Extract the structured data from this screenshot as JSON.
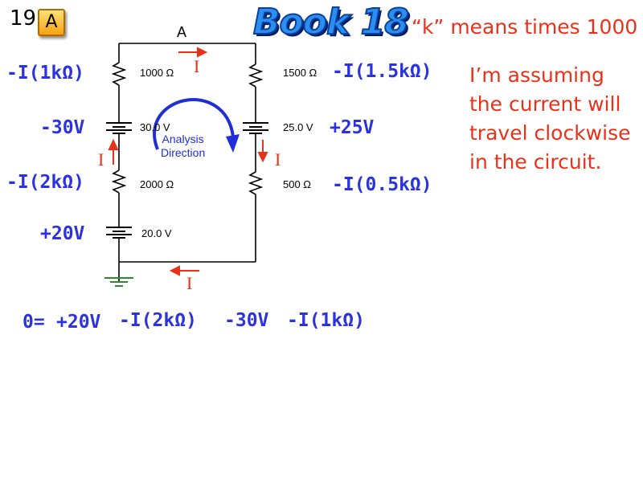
{
  "header": {
    "slide_number": "19",
    "badge_letter": "A",
    "book_title": "Book 18",
    "k_note": "“k” means times 1000"
  },
  "note": {
    "assumption": "I’m assuming the current will travel clockwise in the circuit."
  },
  "circuit": {
    "node_label": "A",
    "components": {
      "r1": "1000 Ω",
      "r2": "1500 Ω",
      "b1": "30.0 V",
      "b2": "25.0 V",
      "r3": "2000 Ω",
      "r4": "500 Ω",
      "b3": "20.0 V"
    },
    "analysis_direction": [
      "Analysis",
      "Direction"
    ],
    "current_symbol": "I"
  },
  "equations": {
    "left_r1": "-I(1kΩ)",
    "left_b1": "-30V",
    "left_r3": "-I(2kΩ)",
    "left_b3": "+20V",
    "right_r2": "-I(1.5kΩ)",
    "right_b2": "+25V",
    "right_r4": "-I(0.5kΩ)",
    "sum_0": "0=",
    "sum_1": "+20V",
    "sum_2": "-I(2kΩ)",
    "sum_3": "-30V",
    "sum_4": "-I(1kΩ)"
  },
  "colors": {
    "blue_text": "#2b32e0",
    "red_text": "#e8321a",
    "arrow_blue": "#1f2fd4",
    "ground_green": "#2e8b2e"
  }
}
